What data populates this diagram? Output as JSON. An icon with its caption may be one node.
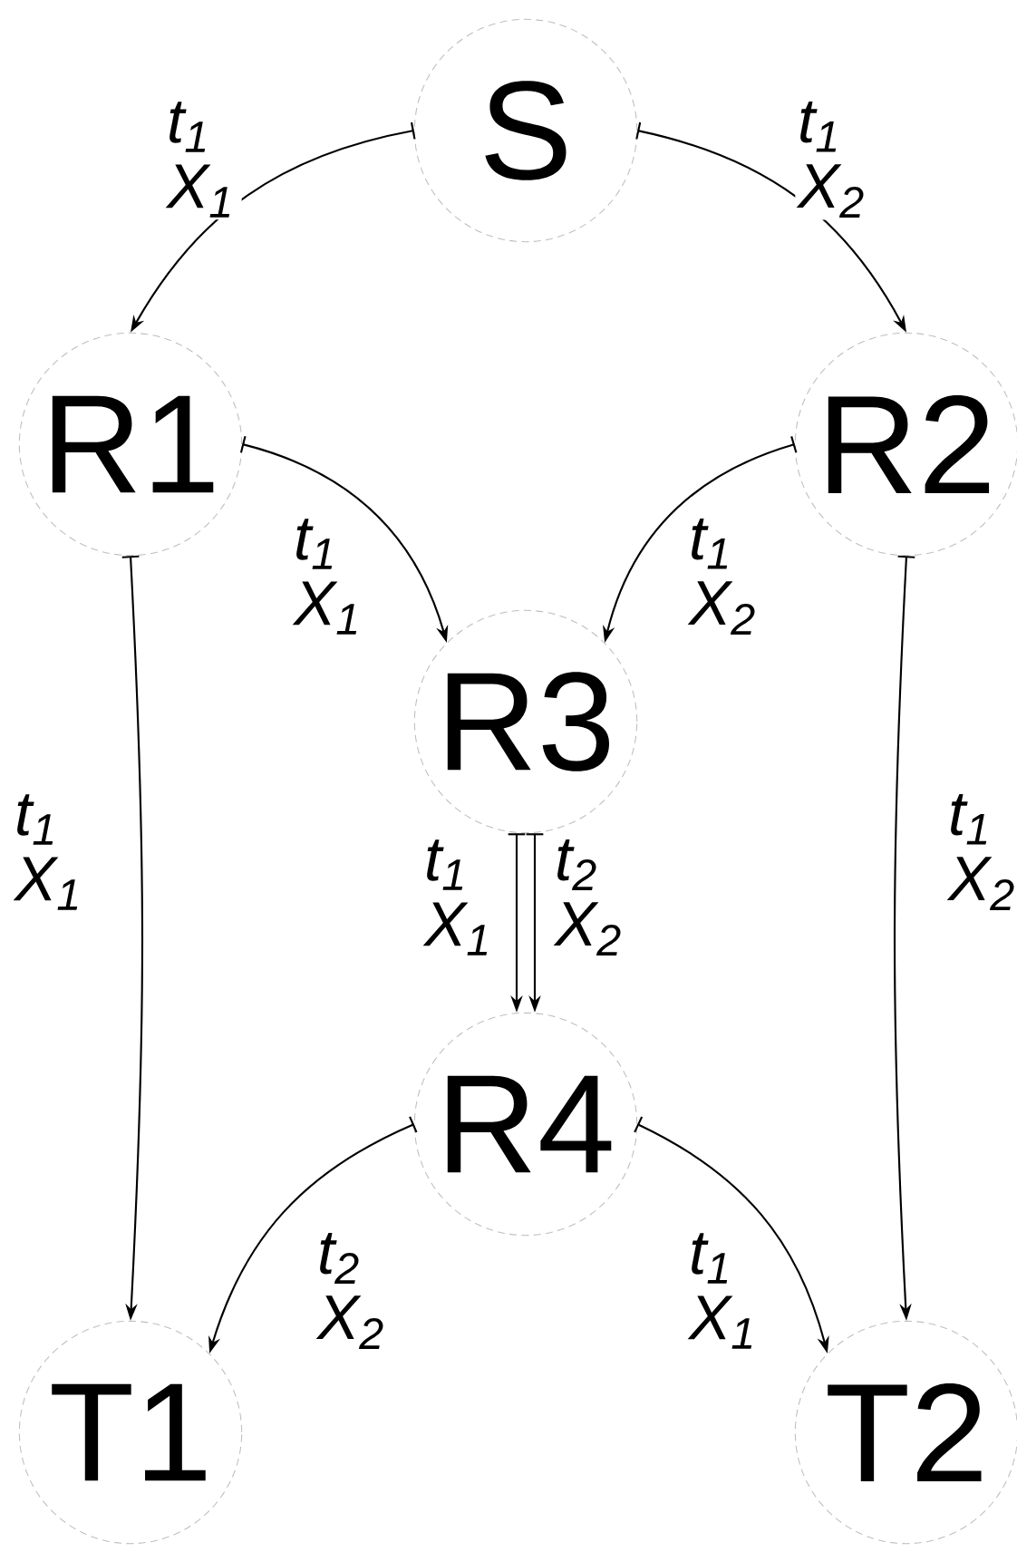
{
  "diagram": {
    "nodes": [
      {
        "text": [
          "S"
        ]
      },
      {
        "text": [
          "R1"
        ]
      },
      {
        "text": [
          "R2"
        ]
      },
      {
        "text": [
          "R3"
        ]
      },
      {
        "text": [
          "R4"
        ]
      },
      {
        "text": [
          "T1"
        ]
      },
      {
        "text": [
          "T2"
        ]
      }
    ],
    "edges": [
      {
        "from": 0,
        "to": 1,
        "arrow": "to",
        "label": "t$_{1}$ X$_{1}$"
      },
      {
        "from": 0,
        "to": 2,
        "arrow": "to",
        "label": "t$_{1}$ X$_{2}$"
      },
      {
        "from": 1,
        "to": 3,
        "arrow": "to",
        "label": "t$_{1}$ X$_{1}$"
      },
      {
        "from": 2,
        "to": 3,
        "arrow": "to",
        "label": "t$_{1}$ X$_{2}$"
      },
      {
        "from": 1,
        "to": 5,
        "arrow": "to",
        "label": "t$_{1}$ X$_{1}$"
      },
      {
        "from": 2,
        "to": 6,
        "arrow": "to",
        "label": "t$_{1}$ X$_{2}$"
      },
      {
        "from": 3,
        "to": 4,
        "arrow": "to",
        "label": "t$_{1}$ X$_{1}$"
      },
      {
        "from": 3,
        "to": 4,
        "arrow": "to",
        "label": "t$_{2}$ X$_{2}$"
      },
      {
        "from": 4,
        "to": 5,
        "arrow": "to",
        "label": "t$_{2}$ X$_{2}$"
      },
      {
        "from": 4,
        "to": 6,
        "arrow": "to",
        "label": "t$_{1}$ X$_{1}$"
      }
    ]
  }
}
